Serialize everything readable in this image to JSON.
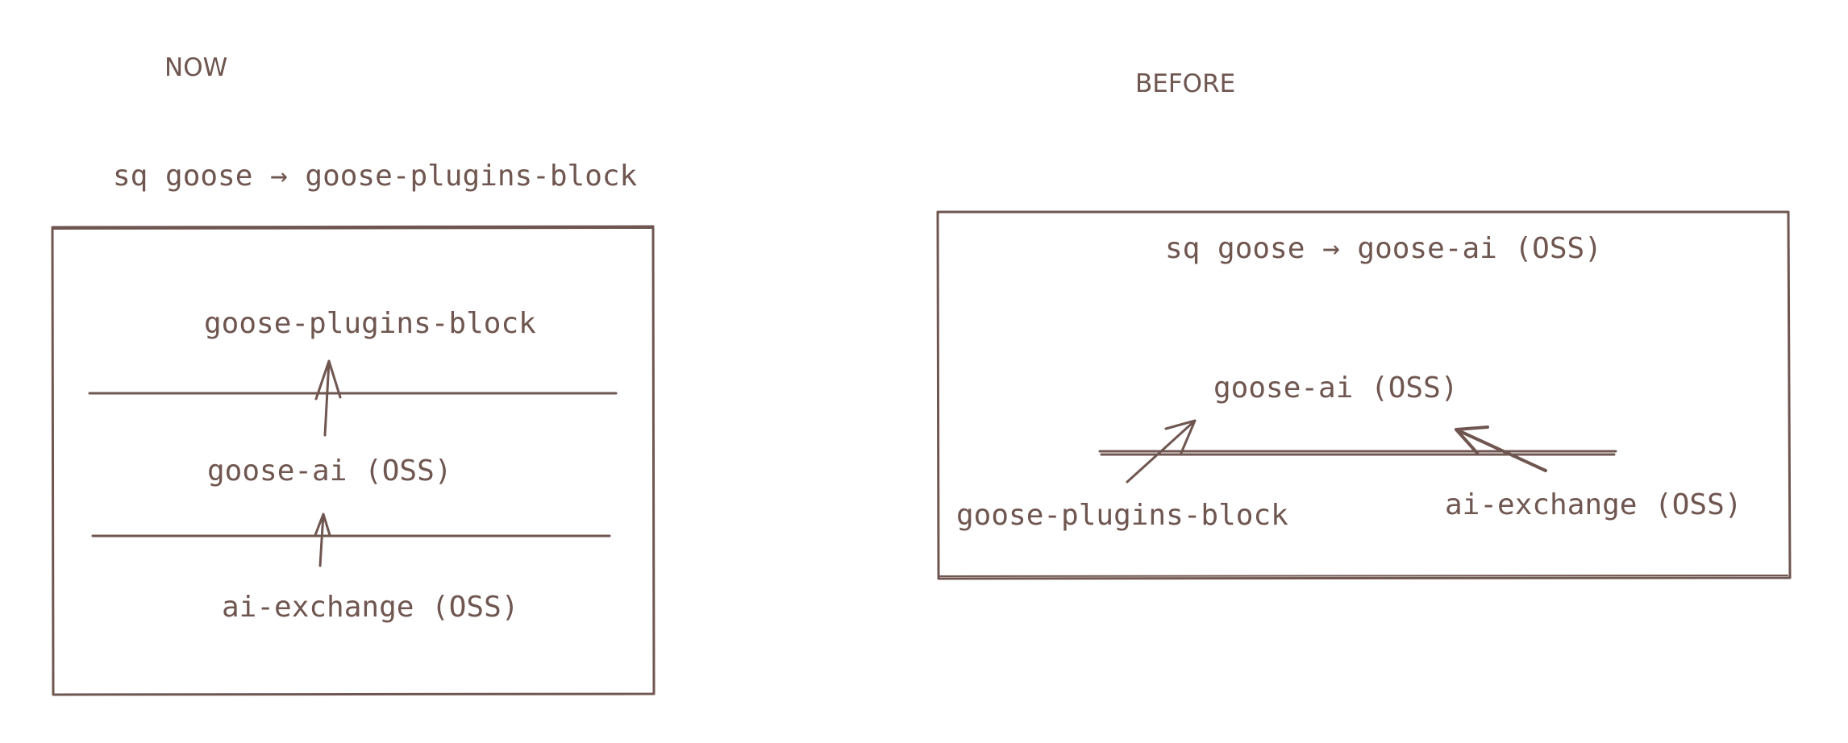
{
  "now": {
    "heading": "NOW",
    "command": "sq goose → goose-plugins-block",
    "layers": [
      "goose-plugins-block",
      "goose-ai (OSS)",
      "ai-exchange (OSS)"
    ]
  },
  "before": {
    "heading": "BEFORE",
    "command": "sq goose → goose-ai (OSS)",
    "center": "goose-ai (OSS)",
    "left": "goose-plugins-block",
    "right": "ai-exchange (OSS)"
  },
  "colors": {
    "ink": "#6f5650",
    "background": "#ffffff"
  }
}
